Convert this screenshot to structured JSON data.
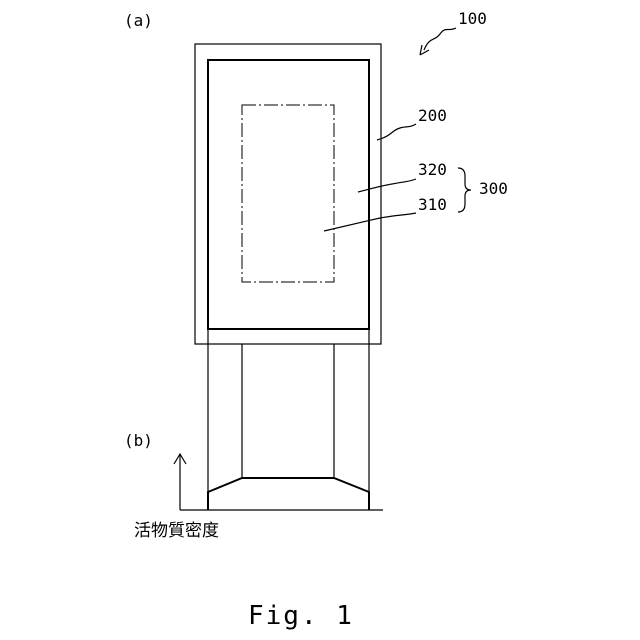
{
  "panel_a_label": "(a)",
  "panel_b_label": "(b)",
  "labels": {
    "device": "100",
    "outer_layer": "200",
    "region_outer": "320",
    "region_inner": "310",
    "group": "300"
  },
  "axis_label": "活物質密度",
  "caption": "Fig. 1"
}
